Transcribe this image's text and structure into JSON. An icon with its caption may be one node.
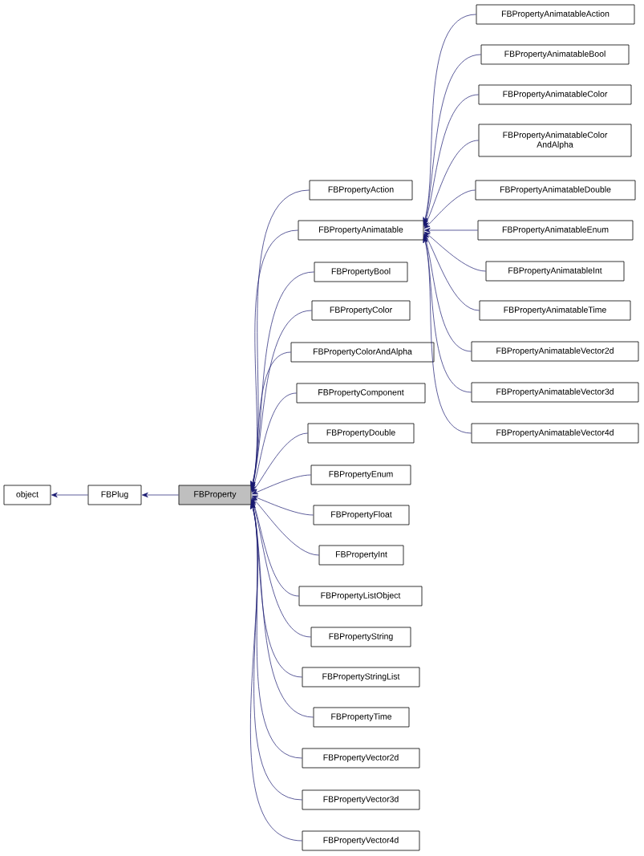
{
  "diagram": {
    "nodes": [
      {
        "text": [
          "object"
        ]
      },
      {
        "text": [
          "FBPlug"
        ]
      },
      {
        "text": [
          "FBProperty"
        ]
      },
      {
        "text": [
          "FBPropertyAction"
        ]
      },
      {
        "text": [
          "FBPropertyAnimatable"
        ]
      },
      {
        "text": [
          "FBPropertyBool"
        ]
      },
      {
        "text": [
          "FBPropertyColor"
        ]
      },
      {
        "text": [
          "FBPropertyColorAndAlpha"
        ]
      },
      {
        "text": [
          "FBPropertyComponent"
        ]
      },
      {
        "text": [
          "FBPropertyDouble"
        ]
      },
      {
        "text": [
          "FBPropertyEnum"
        ]
      },
      {
        "text": [
          "FBPropertyFloat"
        ]
      },
      {
        "text": [
          "FBPropertyInt"
        ]
      },
      {
        "text": [
          "FBPropertyListObject"
        ]
      },
      {
        "text": [
          "FBPropertyString"
        ]
      },
      {
        "text": [
          "FBPropertyStringList"
        ]
      },
      {
        "text": [
          "FBPropertyTime"
        ]
      },
      {
        "text": [
          "FBPropertyVector2d"
        ]
      },
      {
        "text": [
          "FBPropertyVector3d"
        ]
      },
      {
        "text": [
          "FBPropertyVector4d"
        ]
      },
      {
        "text": [
          "FBPropertyAnimatableAction"
        ]
      },
      {
        "text": [
          "FBPropertyAnimatableBool"
        ]
      },
      {
        "text": [
          "FBPropertyAnimatableColor"
        ]
      },
      {
        "text": [
          "FBPropertyAnimatableColor AndAlpha"
        ]
      },
      {
        "text": [
          "FBPropertyAnimatableDouble"
        ]
      },
      {
        "text": [
          "FBPropertyAnimatableEnum"
        ]
      },
      {
        "text": [
          "FBPropertyAnimatableInt"
        ]
      },
      {
        "text": [
          "FBPropertyAnimatableTime"
        ]
      },
      {
        "text": [
          "FBPropertyAnimatableVector2d"
        ]
      },
      {
        "text": [
          "FBPropertyAnimatableVector3d"
        ]
      },
      {
        "text": [
          "FBPropertyAnimatableVector4d"
        ]
      }
    ],
    "edges": [
      {
        "from": 1,
        "to": 0,
        "arrow": "to"
      },
      {
        "from": 2,
        "to": 1,
        "arrow": "to"
      },
      {
        "from": 3,
        "to": 2,
        "arrow": "to"
      },
      {
        "from": 4,
        "to": 2,
        "arrow": "to"
      },
      {
        "from": 5,
        "to": 2,
        "arrow": "to"
      },
      {
        "from": 6,
        "to": 2,
        "arrow": "to"
      },
      {
        "from": 7,
        "to": 2,
        "arrow": "to"
      },
      {
        "from": 8,
        "to": 2,
        "arrow": "to"
      },
      {
        "from": 9,
        "to": 2,
        "arrow": "to"
      },
      {
        "from": 10,
        "to": 2,
        "arrow": "to"
      },
      {
        "from": 11,
        "to": 2,
        "arrow": "to"
      },
      {
        "from": 12,
        "to": 2,
        "arrow": "to"
      },
      {
        "from": 13,
        "to": 2,
        "arrow": "to"
      },
      {
        "from": 14,
        "to": 2,
        "arrow": "to"
      },
      {
        "from": 15,
        "to": 2,
        "arrow": "to"
      },
      {
        "from": 16,
        "to": 2,
        "arrow": "to"
      },
      {
        "from": 17,
        "to": 2,
        "arrow": "to"
      },
      {
        "from": 18,
        "to": 2,
        "arrow": "to"
      },
      {
        "from": 19,
        "to": 2,
        "arrow": "to"
      },
      {
        "from": 20,
        "to": 4,
        "arrow": "to"
      },
      {
        "from": 21,
        "to": 4,
        "arrow": "to"
      },
      {
        "from": 22,
        "to": 4,
        "arrow": "to"
      },
      {
        "from": 23,
        "to": 4,
        "arrow": "to"
      },
      {
        "from": 24,
        "to": 4,
        "arrow": "to"
      },
      {
        "from": 25,
        "to": 4,
        "arrow": "to"
      },
      {
        "from": 26,
        "to": 4,
        "arrow": "to"
      },
      {
        "from": 27,
        "to": 4,
        "arrow": "to"
      },
      {
        "from": 28,
        "to": 4,
        "arrow": "to"
      },
      {
        "from": 29,
        "to": 4,
        "arrow": "to"
      },
      {
        "from": 30,
        "to": 4,
        "arrow": "to"
      }
    ]
  }
}
